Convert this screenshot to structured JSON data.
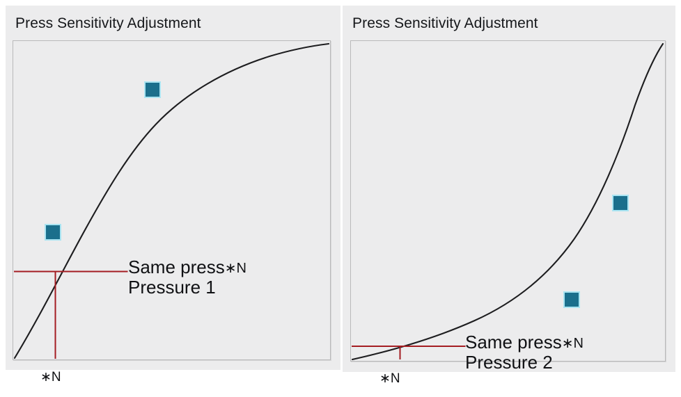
{
  "figure": {
    "background_color": "#ffffff",
    "panel_color": "#ececed",
    "curve_color": "#1d1d1f",
    "guide_color": "#a41d22",
    "marker_color": "#1b6f8c",
    "marker_halo_color": "#a9e4f2"
  },
  "panels": [
    {
      "id": "left",
      "title": "Press Sensitivity Adjustment",
      "annotation_line1": "Same press",
      "annotation_unit": "∗N",
      "annotation_line2": "Pressure 1",
      "axis_label": "∗N",
      "curve_shape": "concave",
      "markers": [
        {
          "label": "marker-upper",
          "x_pct": 43.5,
          "y_pct": 15.0
        },
        {
          "label": "marker-lower",
          "x_pct": 11.0,
          "y_pct": 59.5
        }
      ],
      "guides": {
        "horizontal_y_pct": 72.4,
        "horizontal_x_end_pct": 36.1,
        "vertical_x_pct": 13.4,
        "vertical_y_start_pct": 72.4
      }
    },
    {
      "id": "right",
      "title": "Press Sensitivity Adjustment",
      "annotation_line1": "Same press",
      "annotation_unit": "∗N",
      "annotation_line2": "Pressure 2",
      "axis_label": "∗N",
      "curve_shape": "convex",
      "markers": [
        {
          "label": "marker-upper",
          "x_pct": 85.5,
          "y_pct": 50.5
        },
        {
          "label": "marker-lower",
          "x_pct": 70.0,
          "y_pct": 80.5
        }
      ],
      "guides": {
        "horizontal_y_pct": 95.5,
        "horizontal_x_end_pct": 36.5,
        "vertical_x_pct": 15.8,
        "vertical_y_start_pct": 95.5
      }
    }
  ],
  "chart_data": {
    "type": "line",
    "title": "Press Sensitivity Adjustment",
    "xlabel": "∗N",
    "ylabel": "",
    "grid": false,
    "legend": "none",
    "xlim": [
      0,
      1
    ],
    "ylim": [
      0,
      1
    ],
    "charts": [
      {
        "name": "Pressure 1",
        "curve_type": "concave (logarithmic / fast-rising)",
        "x": [
          0.0,
          0.05,
          0.1,
          0.15,
          0.2,
          0.25,
          0.3,
          0.35,
          0.4,
          0.45,
          0.5,
          0.55,
          0.6,
          0.65,
          0.7,
          0.75,
          0.8,
          0.85,
          0.9,
          0.95,
          1.0
        ],
        "y": [
          0.0,
          0.09,
          0.18,
          0.27,
          0.35,
          0.43,
          0.51,
          0.58,
          0.645,
          0.7,
          0.748,
          0.79,
          0.826,
          0.858,
          0.885,
          0.909,
          0.93,
          0.95,
          0.968,
          0.985,
          1.0
        ],
        "markers": [
          {
            "x": 0.435,
            "y": 0.85
          },
          {
            "x": 0.11,
            "y": 0.405
          }
        ],
        "annotations": [
          {
            "text": "Same press∗N",
            "at_x": 0.4,
            "at_y": 0.31
          },
          {
            "text": "Pressure 1",
            "at_x": 0.4,
            "at_y": 0.22
          }
        ],
        "guides": {
          "same_press_level_y": 0.276,
          "same_press_x": 0.134
        }
      },
      {
        "name": "Pressure 2",
        "curve_type": "convex (exponential / slow-rising)",
        "x": [
          0.0,
          0.05,
          0.1,
          0.15,
          0.2,
          0.25,
          0.3,
          0.35,
          0.4,
          0.45,
          0.5,
          0.55,
          0.6,
          0.65,
          0.7,
          0.75,
          0.8,
          0.85,
          0.9,
          0.95,
          1.0
        ],
        "y": [
          0.0,
          0.015,
          0.031,
          0.049,
          0.07,
          0.092,
          0.118,
          0.148,
          0.182,
          0.222,
          0.268,
          0.322,
          0.385,
          0.457,
          0.54,
          0.63,
          0.72,
          0.805,
          0.88,
          0.945,
          1.0
        ],
        "markers": [
          {
            "x": 0.855,
            "y": 0.495
          },
          {
            "x": 0.7,
            "y": 0.195
          }
        ],
        "annotations": [
          {
            "text": "Same press∗N",
            "at_x": 0.4,
            "at_y": 0.055
          },
          {
            "text": "Pressure 2",
            "at_x": 0.4,
            "at_y": -0.03
          }
        ],
        "guides": {
          "same_press_level_y": 0.045,
          "same_press_x": 0.158
        }
      }
    ]
  }
}
